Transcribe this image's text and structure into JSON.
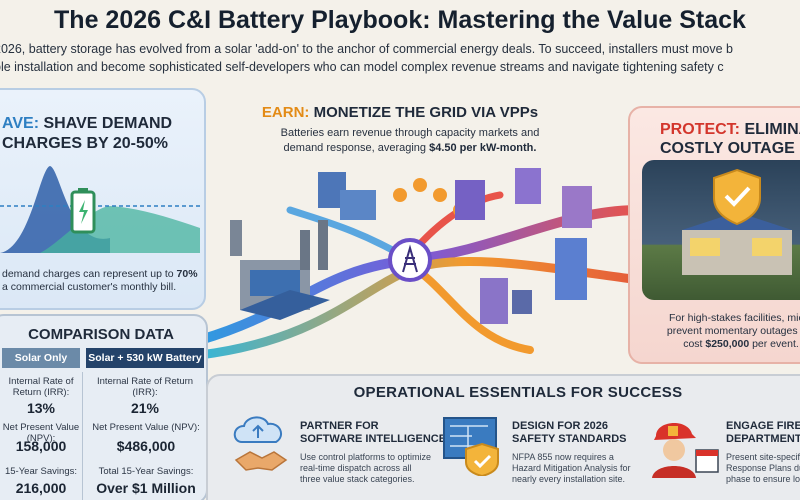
{
  "header": {
    "title": "The 2026 C&I Battery Playbook: Mastering the Value Stack",
    "intro_line1": "2026, battery storage has evolved from a solar 'add-on' to the anchor of commercial energy deals. To succeed, installers must move b",
    "intro_line2": "ple installation and become sophisticated self-developers who can model complex revenue streams and navigate tightening safety c"
  },
  "save": {
    "accent": "AVE:",
    "heading_rest": "SHAVE DEMAND CHARGES BY 20-50%",
    "note_pre": "demand charges can represent up to ",
    "note_bold": "70%",
    "note_post": " a commercial customer's monthly bill."
  },
  "earn": {
    "accent": "EARN:",
    "heading_rest": "MONETIZE THE GRID VIA VPPs",
    "sub_line1": "Batteries earn revenue through capacity markets and",
    "sub_line2_pre": "demand response, averaging ",
    "sub_line2_bold": "$4.50 per kW-month."
  },
  "protect": {
    "accent": "PROTECT:",
    "heading_rest1": "ELIMINA",
    "heading_rest2": "COSTLY OUTAGE LOS",
    "note_line1": "For high-stakes facilities, micro",
    "note_line2": "prevent momentary outages tha",
    "note_line3_pre": "cost ",
    "note_line3_bold": "$250,000",
    "note_line3_post": " per event."
  },
  "comparison": {
    "title": "COMPARISON DATA",
    "col1": "Solar Only",
    "col2": "Solar + 530 kW Battery",
    "rows": [
      {
        "label1": "Internal Rate of Return (IRR):",
        "value1": "13%",
        "label2": "Internal Rate of Return (IRR):",
        "value2": "21%"
      },
      {
        "label1": "Net Present Value (NPV):",
        "value1": "158,000",
        "label2": "Net Present Value (NPV):",
        "value2": "$486,000"
      },
      {
        "label1": "15-Year Savings:",
        "value1": "216,000",
        "label2": "Total 15-Year Savings:",
        "value2": "Over $1 Million"
      }
    ]
  },
  "ops": {
    "title": "OPERATIONAL ESSENTIALS FOR SUCCESS",
    "items": [
      {
        "title1": "PARTNER FOR",
        "title2": "SOFTWARE INTELLIGENCE",
        "body1": "Use control platforms to optimize",
        "body2": "real-time dispatch across all",
        "body3": "three value stack categories."
      },
      {
        "title1": "DESIGN FOR 2026",
        "title2": "SAFETY STANDARDS",
        "body1": "NFPA 855 now requires a",
        "body2": "Hazard Mitigation Analysis for",
        "body3": "nearly every installation site."
      },
      {
        "title1": "ENGAGE FIRE",
        "title2": "DEPARTMENTS E",
        "body1": "Present site-specific E",
        "body2": "Response Plans durin",
        "body3": "phase to ensure long-"
      }
    ]
  },
  "colors": {
    "save_accent": "#2e7fc2",
    "earn_accent": "#e38b16",
    "protect_accent": "#d3362c",
    "table_dark": "#24436a"
  },
  "icons": [
    "battery-icon",
    "transmission-tower-icon",
    "dollar-coin-icon",
    "shield-check-icon",
    "cloud-upload-icon",
    "handshake-icon",
    "blueprint-icon",
    "firefighter-icon",
    "calendar-icon"
  ]
}
